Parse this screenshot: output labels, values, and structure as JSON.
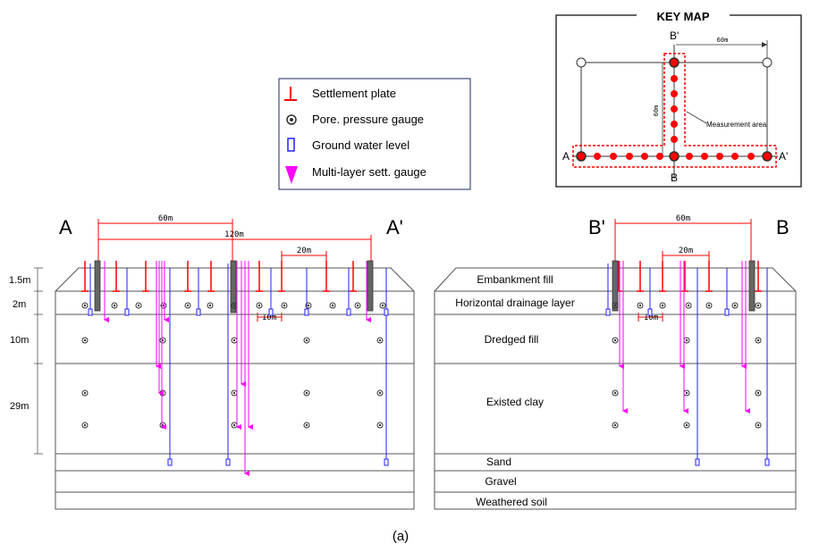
{
  "legend": {
    "settlement_plate": "Settlement plate",
    "pore_pressure_gauge": "Pore. pressure gauge",
    "ground_water_level": "Ground water level",
    "multilayer_gauge": "Multi-layer sett. gauge"
  },
  "keymap": {
    "title": "KEY MAP",
    "label_a": "A",
    "label_a_prime": "A'",
    "label_b": "B",
    "label_b_prime": "B'",
    "dim_horizontal": "60m",
    "dim_vertical": "60m",
    "measurement_area": "Measurement area"
  },
  "section_a": {
    "label_left": "A",
    "label_right": "A'",
    "dim_60": "60m",
    "dim_120": "120m",
    "dim_20": "20m",
    "dim_10": "10m",
    "depths": [
      "1.5m",
      "2m",
      "10m",
      "29m"
    ]
  },
  "section_b": {
    "label_left": "B'",
    "label_right": "B",
    "dim_60": "60m",
    "dim_20": "20m",
    "dim_10": "10m"
  },
  "layers": {
    "embankment": "Embankment fill",
    "drainage": "Horizontal drainage layer",
    "dredged": "Dredged fill",
    "clay": "Existed clay",
    "sand": "Sand",
    "gravel": "Gravel",
    "weathered": "Weathered soil"
  },
  "caption": "(a)",
  "colors": {
    "settlement": "#ff0000",
    "pore": "#333333",
    "water": "#2222ff",
    "multilayer": "#ff00ff",
    "legend_border": "#1a2a6a"
  }
}
